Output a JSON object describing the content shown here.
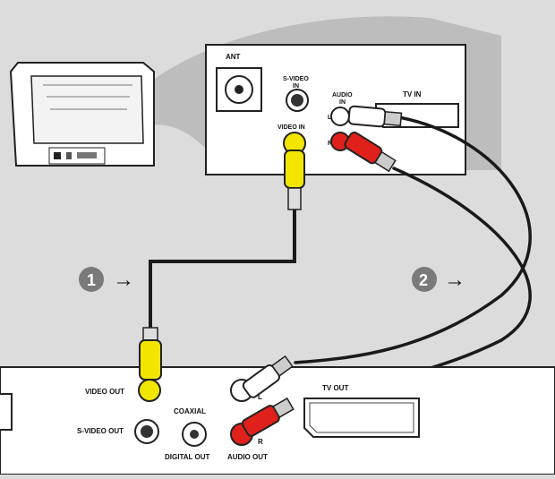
{
  "tv_panel": {
    "ant_label": "ANT",
    "svideo_in_label_1": "S-VIDEO",
    "svideo_in_label_2": "IN",
    "audio_in_label_1": "AUDIO",
    "audio_in_label_2": "IN",
    "tv_in_label": "TV IN",
    "video_in_label": "VIDEO IN",
    "left_channel": "L",
    "right_channel": "R"
  },
  "steps": [
    {
      "number": "1",
      "arrow": "→"
    },
    {
      "number": "2",
      "arrow": "→"
    }
  ],
  "player_panel": {
    "video_out_label": "VIDEO OUT",
    "svideo_out_label": "S-VIDEO OUT",
    "coaxial_label": "COAXIAL",
    "digital_out_label": "DIGITAL OUT",
    "audio_out_label": "AUDIO OUT",
    "tv_out_label": "TV OUT",
    "left_channel": "L",
    "right_channel": "R"
  },
  "colors": {
    "background": "#dcdcdc",
    "video_plug": "#f2e600",
    "audio_left_plug": "#ffffff",
    "audio_right_plug": "#e0201b",
    "cable": "#1a1a1a"
  }
}
